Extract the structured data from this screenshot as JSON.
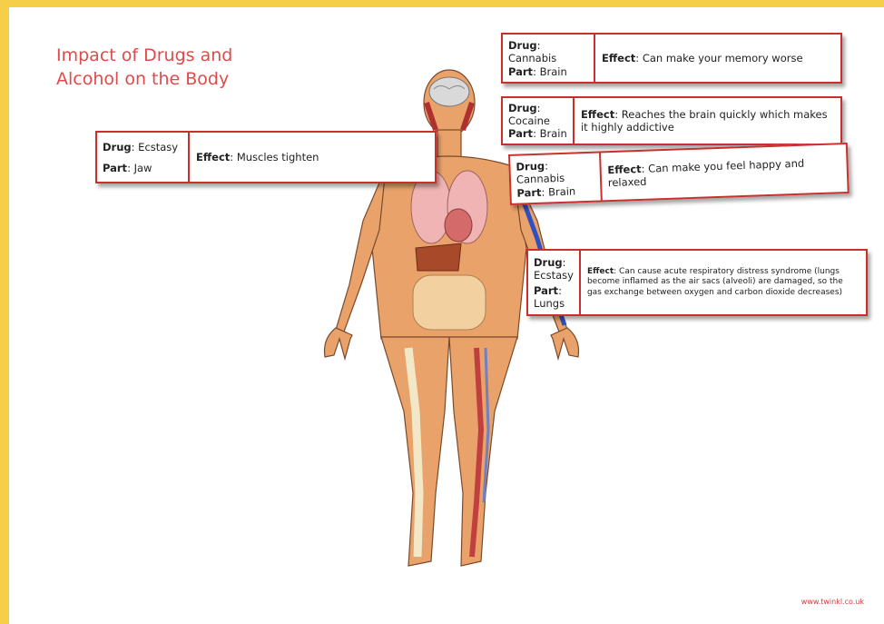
{
  "title": {
    "line1": "Impact of Drugs and",
    "line2": "Alcohol on the Body"
  },
  "labels": {
    "drug": "Drug",
    "part": "Part",
    "effect": "Effect"
  },
  "cards": [
    {
      "drug": "Cannabis",
      "part": "Brain",
      "effect": "Can make your memory worse"
    },
    {
      "drug": "Cocaine",
      "part": "Brain",
      "effect": "Reaches the brain quickly which makes it highly addictive"
    },
    {
      "drug": "Ecstasy",
      "part": "Jaw",
      "effect": "Muscles tighten"
    },
    {
      "drug": "Cannabis",
      "part": "Brain",
      "effect": "Can make you feel happy and relaxed"
    },
    {
      "drug": "Ecstasy",
      "part": "Lungs",
      "effect": "Can cause acute respiratory distress syndrome (lungs become inflamed as the air sacs (alveoli) are damaged, so the gas exchange between oxygen and carbon dioxide decreases)"
    }
  ],
  "footer": "www.twinkl.co.uk",
  "colors": {
    "accent": "#e04a4a",
    "border": "#c9302c",
    "frame": "#f6cf4a"
  }
}
